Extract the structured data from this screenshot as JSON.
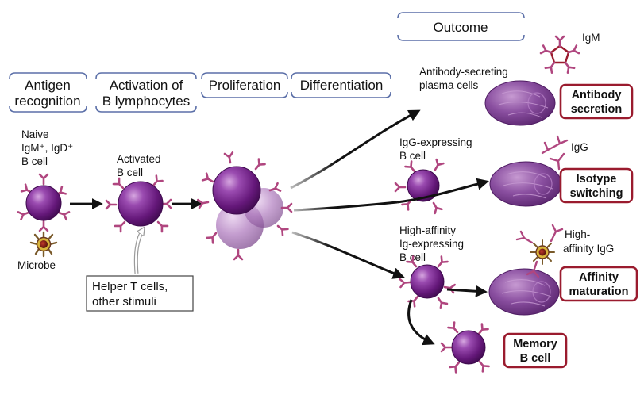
{
  "headers": {
    "antigen_recognition": [
      "Antigen",
      "recognition"
    ],
    "activation": [
      "Activation of",
      "B lymphocytes"
    ],
    "proliferation": "Proliferation",
    "differentiation": "Differentiation",
    "outcome": "Outcome"
  },
  "cells": {
    "naive": [
      "Naive",
      "IgM⁺, IgD⁺",
      "B cell"
    ],
    "microbe": "Microbe",
    "activated": [
      "Activated",
      "B cell"
    ],
    "plasma": [
      "Antibody-secreting",
      "plasma cells"
    ],
    "igg_expressing": [
      "IgG-expressing",
      "B cell"
    ],
    "high_affinity": [
      "High-affinity",
      "Ig-expressing",
      "B cell"
    ]
  },
  "helper_box": [
    "Helper T cells,",
    "other stimuli"
  ],
  "antibodies": {
    "igm": "IgM",
    "igg": "IgG",
    "high_affinity_igg": [
      "High-",
      "affinity IgG"
    ]
  },
  "outcomes": {
    "antibody_secretion": [
      "Antibody",
      "secretion"
    ],
    "isotype_switching": [
      "Isotype",
      "switching"
    ],
    "affinity_maturation": [
      "Affinity",
      "maturation"
    ],
    "memory_b_cell": [
      "Memory",
      "B cell"
    ]
  },
  "colors": {
    "cell_purple": "#6a1f7e",
    "cell_highlight": "#c28ad0",
    "receptor_pink": "#b0467f",
    "outcome_border": "#9a1b2e",
    "header_bracket": "#5b6fa8",
    "microbe_brown": "#6b3a22",
    "helper_arrow": "#b0b0b0"
  }
}
